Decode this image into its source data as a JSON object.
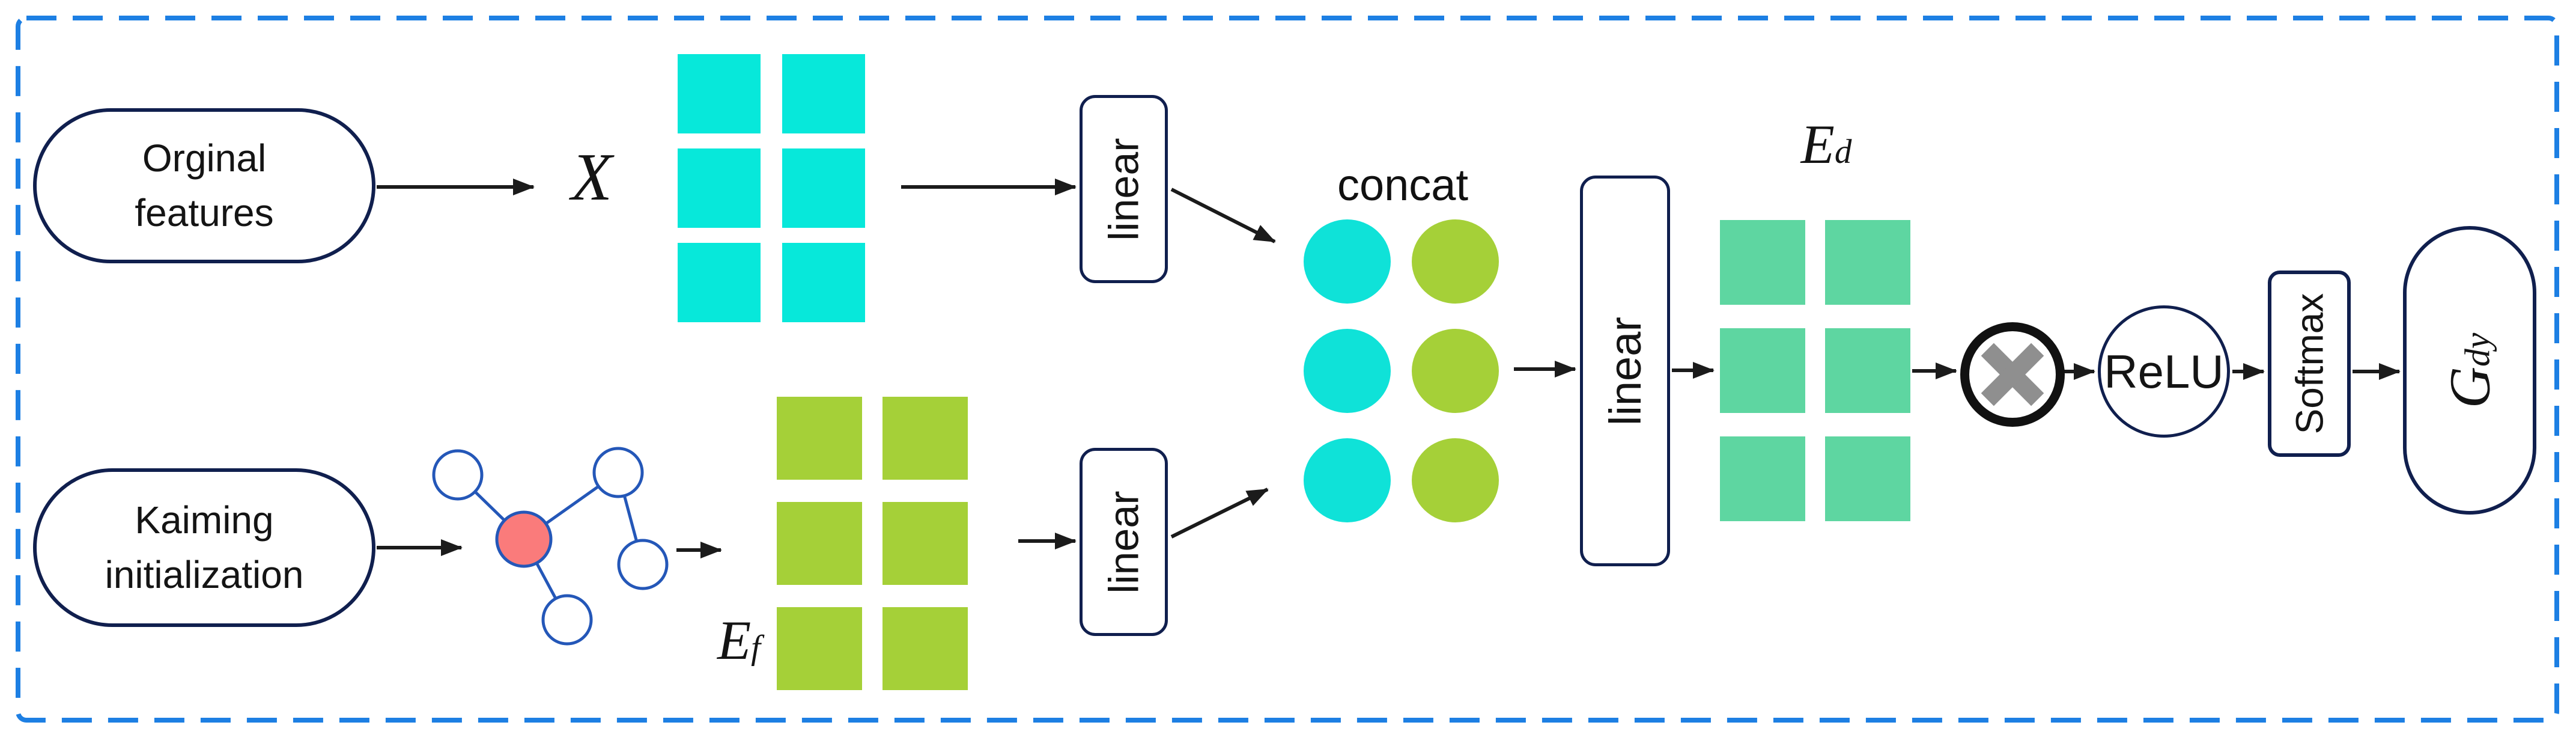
{
  "blocks": {
    "original": {
      "line1": "Orginal",
      "line2": "features"
    },
    "kaiming": {
      "line1": "Kaiming",
      "line2": "initialization"
    },
    "x_label": "X",
    "linear_top": "linear",
    "linear_bottom": "linear",
    "linear_mid": "linear",
    "concat_label": "concat",
    "ef_label": {
      "main": "E",
      "sub": "f"
    },
    "ed_label": {
      "main": "E",
      "sub": "d"
    },
    "relu": "ReLU",
    "softmax": "Softmax",
    "output": {
      "main": "G",
      "sub": "dy"
    },
    "multiply_symbol": "⊗"
  },
  "matrices": {
    "x": {
      "rows": 3,
      "cols": 2,
      "shape": "square",
      "color": "#07e8da"
    },
    "ef": {
      "rows": 3,
      "cols": 2,
      "shape": "square",
      "color": "#a5d038"
    },
    "concat": {
      "rows": 3,
      "cols": 2,
      "shape": "circle",
      "left_color": "#0fe2d8",
      "right_color": "#a5d038"
    },
    "ed": {
      "rows": 3,
      "cols": 2,
      "shape": "square",
      "color": "#5ed6a1"
    }
  },
  "colors": {
    "frame_dash": "#1d7fe3",
    "box_border": "#101f4e",
    "arrow": "#1b1b1b",
    "graph_node_stroke": "#2457b8",
    "graph_center_fill": "#fa7b7b",
    "multiply_x": "#8f8f8f"
  }
}
